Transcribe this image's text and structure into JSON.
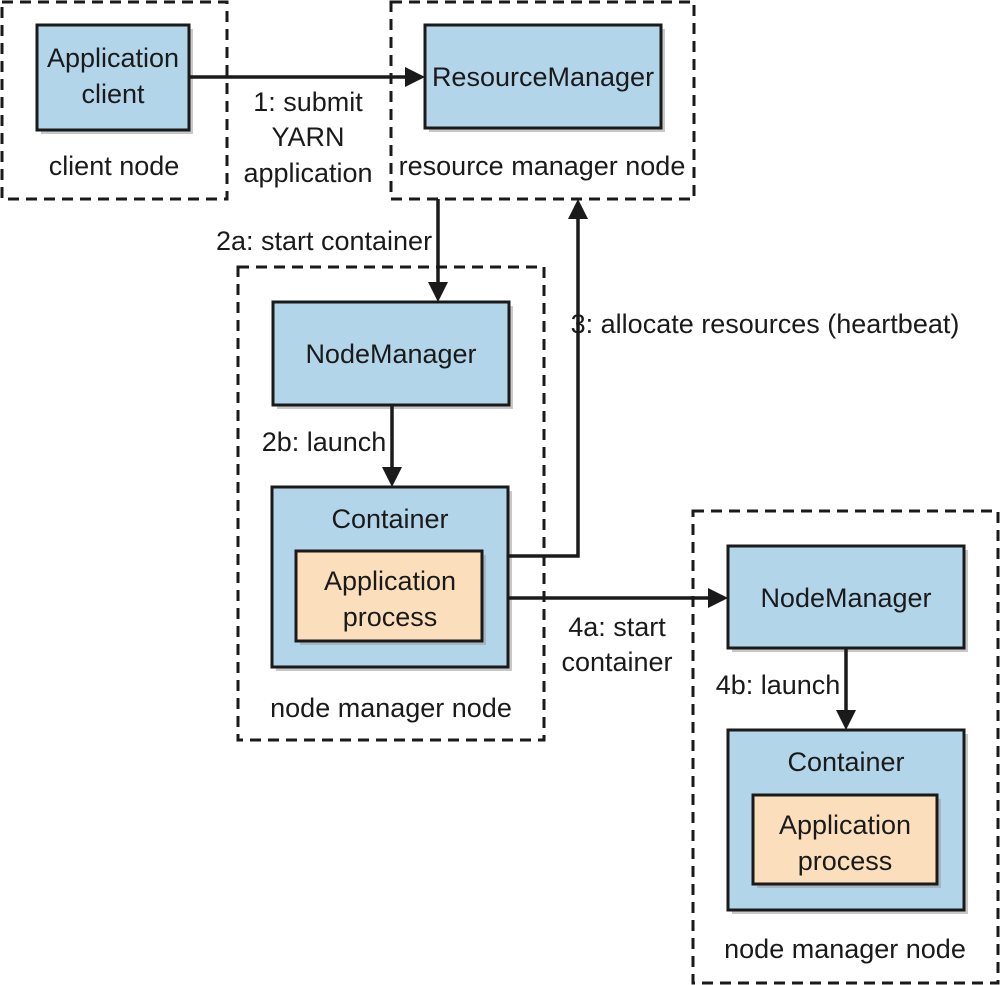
{
  "nodes": {
    "client_node": {
      "label": "client node"
    },
    "resource_manager_node": {
      "label": "resource manager node"
    },
    "node_manager_node_1": {
      "label": "node manager node"
    },
    "node_manager_node_2": {
      "label": "node manager node"
    }
  },
  "components": {
    "application_client": {
      "lines": [
        "Application",
        "client"
      ]
    },
    "resource_manager": {
      "label": "ResourceManager"
    },
    "node_manager_1": {
      "label": "NodeManager"
    },
    "container_1": {
      "label": "Container"
    },
    "application_process_1": {
      "lines": [
        "Application",
        "process"
      ]
    },
    "node_manager_2": {
      "label": "NodeManager"
    },
    "container_2": {
      "label": "Container"
    },
    "application_process_2": {
      "lines": [
        "Application",
        "process"
      ]
    }
  },
  "edges": {
    "submit": {
      "lines": [
        "1: submit",
        "YARN",
        "application"
      ]
    },
    "start_container_2a": {
      "label": "2a: start container"
    },
    "launch_2b": {
      "label": "2b: launch"
    },
    "allocate_3": {
      "label": "3: allocate resources (heartbeat)"
    },
    "start_container_4a": {
      "lines": [
        "4a: start",
        "container"
      ]
    },
    "launch_4b": {
      "label": "4b: launch"
    }
  },
  "colors": {
    "component_fill": "#b3d5ea",
    "process_fill": "#fbdfbd",
    "stroke": "#1a1a1a"
  }
}
